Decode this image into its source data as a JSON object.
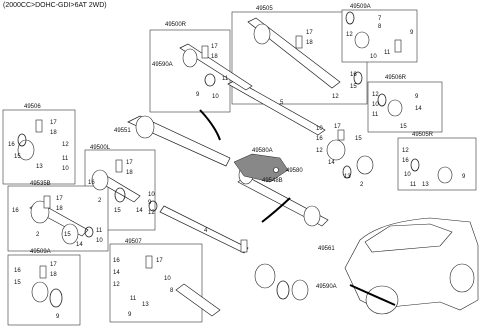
{
  "header": {
    "spec": "(2000CC>DOHC-GDI>6AT 2WD)"
  },
  "groups": {
    "g1": {
      "top": "49500R",
      "parts": [
        "17",
        "18",
        "49590A",
        "9",
        "10",
        "11"
      ]
    },
    "g2": {
      "top": "49505",
      "parts": [
        "18",
        "17",
        "16",
        "12",
        "15"
      ]
    },
    "g3": {
      "top": "49509A",
      "parts": [
        "7",
        "8",
        "10",
        "11",
        "12",
        "9"
      ]
    },
    "g4": {
      "top": "49506R",
      "parts": [
        "12",
        "10",
        "11",
        "9",
        "14",
        "15"
      ]
    },
    "g5": {
      "top": "49505R",
      "parts": [
        "12",
        "16",
        "13",
        "10",
        "11",
        "9"
      ]
    },
    "g6": {
      "top": "49506",
      "parts": [
        "17",
        "18",
        "16",
        "12",
        "15",
        "13",
        "11",
        "10"
      ]
    },
    "g7": {
      "top": "49500L",
      "parts": [
        "17",
        "18",
        "16",
        "2",
        "15",
        "14",
        "10",
        "9",
        "12"
      ]
    },
    "g8": {
      "top": "49535B",
      "parts": [
        "17",
        "18",
        "16",
        "2",
        "15",
        "14",
        "11",
        "10"
      ]
    },
    "g9": {
      "top": "49509A",
      "parts": [
        "16",
        "15",
        "17",
        "18",
        "9"
      ]
    },
    "g10": {
      "top": "49507",
      "parts": [
        "17",
        "16",
        "14",
        "12",
        "10",
        "8",
        "11",
        "13",
        "9"
      ]
    }
  },
  "standalone": [
    "49551",
    "5",
    "10",
    "16",
    "14",
    "2",
    "12",
    "13",
    "15",
    "17",
    "49580A",
    "49580",
    "49548B",
    "4",
    "49561",
    "49590A"
  ]
}
